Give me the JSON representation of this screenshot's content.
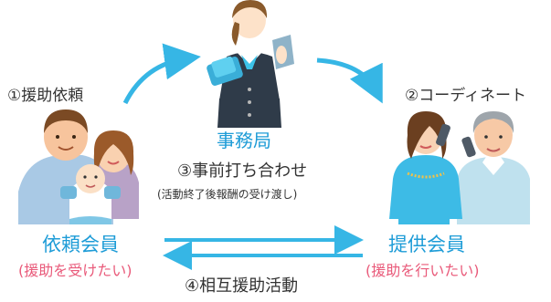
{
  "labels": {
    "step1": "①援助依頼",
    "step2": "②コーディネート",
    "step3": "③事前打ち合わせ",
    "step3_sub": "(活動終了後報酬の受け渡し)",
    "step4": "④相互援助活動"
  },
  "nodes": {
    "office": "事務局",
    "requester": {
      "title": "依頼会員",
      "sub": "(援助を受けたい)"
    },
    "provider": {
      "title": "提供会員",
      "sub": "(援助を行いたい)"
    }
  },
  "colors": {
    "arrow": "#36b6e5",
    "node_title": "#1e9cd7",
    "node_sub": "#e95a7a",
    "text": "#333333"
  },
  "icons": [
    "office-staff-illustration",
    "requester-family-illustration",
    "provider-couple-illustration"
  ]
}
